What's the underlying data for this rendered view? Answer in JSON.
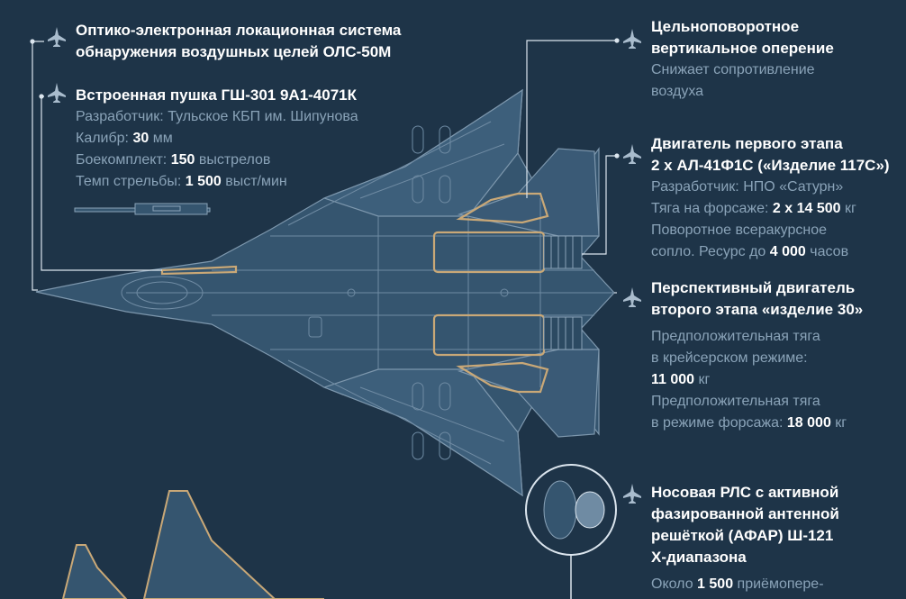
{
  "colors": {
    "background": "#1e3448",
    "airframe": "#35556f",
    "outline": "#6f8ba3",
    "highlight": "#c9a877",
    "title_text": "#ffffff",
    "body_text": "#8aa3b8"
  },
  "icon": "jet-silhouette-icon",
  "callouts": {
    "ols": {
      "title_lines": [
        "Оптико-электронная локационная система",
        "обнаружения воздушных целей ОЛС-50М"
      ]
    },
    "gun": {
      "title_lines": [
        "Встроенная пушка ГШ-301 9А1-4071К"
      ],
      "developer": "Разработчик: Тульское КБП им. Шипунова",
      "caliber_label": "Калибр:",
      "caliber_value": "30",
      "caliber_unit": "мм",
      "ammo_label": "Боекомплект:",
      "ammo_value": "150",
      "ammo_unit": "выстрелов",
      "rate_label": "Темп стрельбы:",
      "rate_value": "1 500",
      "rate_unit": "выст/мин"
    },
    "tail": {
      "title_lines": [
        "Цельноповоротное",
        "вертикальное оперение"
      ],
      "desc_lines": [
        "Снижает сопротивление",
        "воздуха"
      ]
    },
    "engine1": {
      "title_lines": [
        "Двигатель первого этапа",
        "2 х АЛ-41Ф1С («Изделие 117С»)"
      ],
      "developer": "Разработчик: НПО «Сатурн»",
      "thrust_label": "Тяга на форсаже:",
      "thrust_value": "2 х 14 500",
      "thrust_unit": "кг",
      "nozzle_line": "Поворотное всеракурсное",
      "resource_label": "сопло. Ресурс до",
      "resource_value": "4 000",
      "resource_unit": "часов"
    },
    "engine2": {
      "title_lines": [
        "Перспективный двигатель",
        "второго этапа «изделие 30»"
      ],
      "cruise_lines": [
        "Предположительная тяга",
        "в крейсерском режиме:"
      ],
      "cruise_value": "11 000",
      "cruise_unit": "кг",
      "ab_line1": "Предположительная тяга",
      "ab_label": "в режиме  форсажа:",
      "ab_value": "18 000",
      "ab_unit": "кг"
    },
    "radar": {
      "title_lines": [
        "Носовая РЛС с активной",
        "фазированной антенной",
        "решёткой (АФАР) Ш-121",
        "Х-диапазона"
      ],
      "modules_label": "Около",
      "modules_value": "1 500",
      "modules_unit": "приёмопере-"
    }
  }
}
